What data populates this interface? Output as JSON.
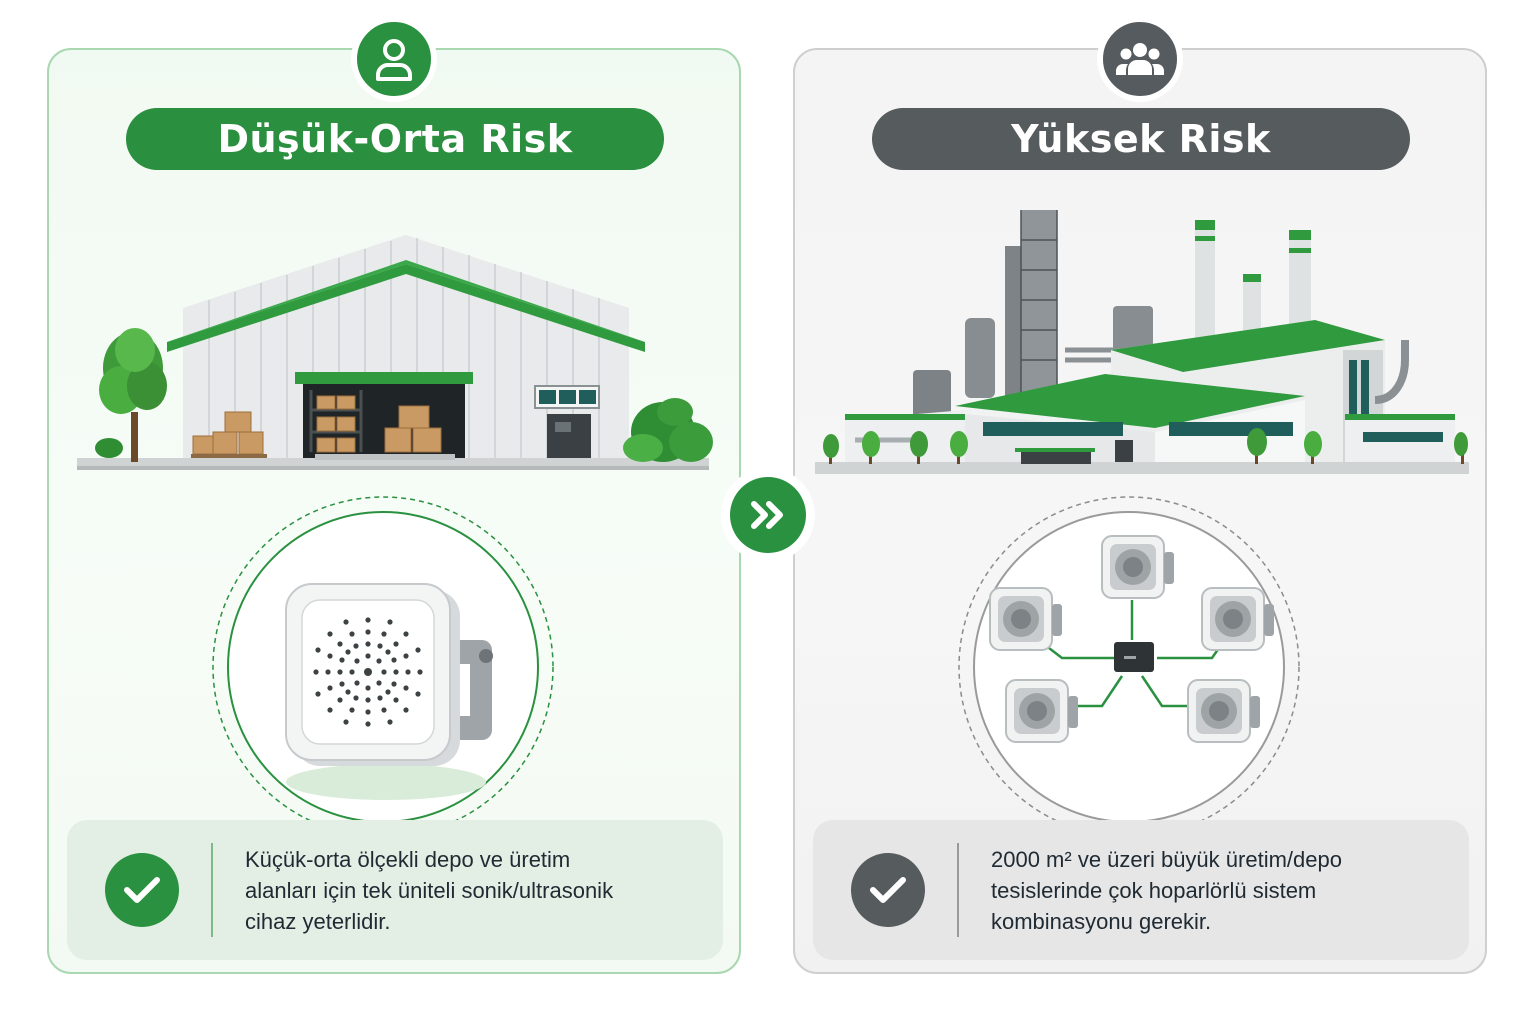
{
  "left_panel": {
    "title": "Düşük-Orta Risk",
    "badge_icon": "user-icon",
    "illustration": "warehouse",
    "device_icon": "single-speaker-icon",
    "description": "Küçük-orta ölçekli depo ve üretim\nalanları için tek üniteli sonik/ultrasonik\ncihaz yeterlidir.",
    "check_icon": "check-icon"
  },
  "right_panel": {
    "title": "Yüksek Risk",
    "badge_icon": "group-icon",
    "illustration": "factory",
    "device_icon": "multi-speaker-network-icon",
    "description": "2000 m² ve üzeri büyük üretim/depo\ntesislerinde çok hoparlörlü sistem\nkombinasyonu gerekir.",
    "check_icon": "check-icon"
  },
  "connector": {
    "icon": "double-chevron-right-icon"
  },
  "colors": {
    "green": "#2a9140",
    "dark_gray": "#565b5e",
    "light_green_bg": "#f1faf2",
    "light_gray_bg": "#f4f4f4"
  }
}
